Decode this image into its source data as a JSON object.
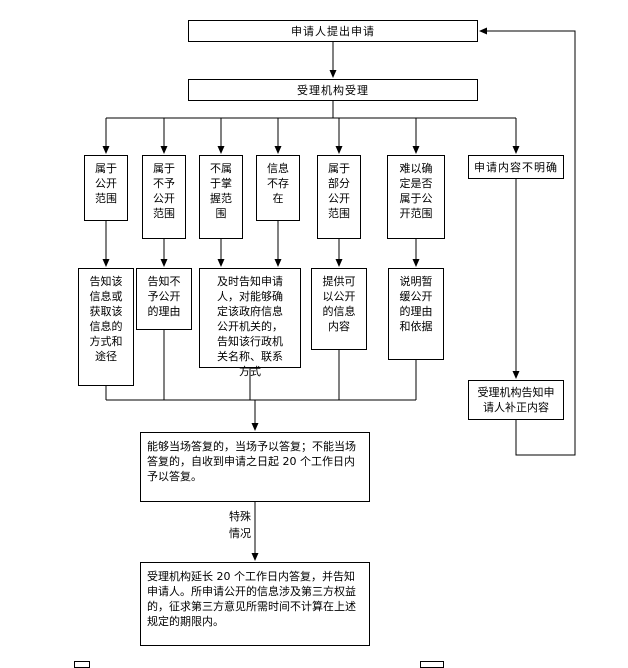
{
  "diagram": {
    "nodes": {
      "apply": "申请人提出申请",
      "accept": "受理机构受理",
      "scope_public": "属于公开范围",
      "scope_not_public": "属于不予公开范围",
      "not_held": "不属于掌握范围",
      "not_exist": "信息不存在",
      "partial_public": "属于部分公开范围",
      "hard_to_determine": "难以确定是否属于公开范围",
      "unclear": "申请内容不明确",
      "inform_way": "告知该信息或获取该信息的方式和途径",
      "inform_reason": "告知不予公开的理由",
      "inform_org": "及时告知申请人，对能够确定该政府信息公开机关的，告知该行政机关名称、联系方式",
      "provide_content": "提供可以公开的信息内容",
      "explain_delay": "说明暂缓公开的理由和依据",
      "supplement": "受理机构告知申请人补正内容",
      "reply": "能够当场答复的，当场予以答复；不能当场答复的，自收到申请之日起 20 个工作日内予以答复。",
      "extend": "受理机构延长 20 个工作日内答复，并告知申请人。所申请公开的信息涉及第三方权益的，征求第三方意见所需时间不计算在上述规定的期限内。"
    },
    "labels": {
      "special_case": "特殊情况"
    }
  }
}
